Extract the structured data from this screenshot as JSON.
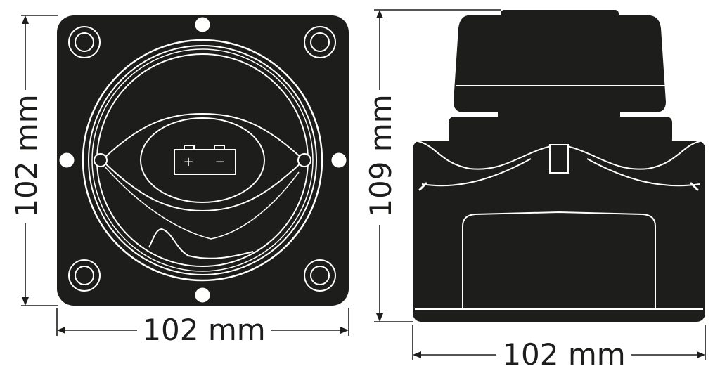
{
  "front_view": {
    "width_label": "102 mm",
    "height_label": "102 mm",
    "battery_symbol": {
      "plus": "+",
      "minus": "−"
    }
  },
  "side_view": {
    "height_label": "109 mm",
    "width_label": "102 mm"
  },
  "colors": {
    "body": "#1d1d1b",
    "line": "#ffffff"
  }
}
